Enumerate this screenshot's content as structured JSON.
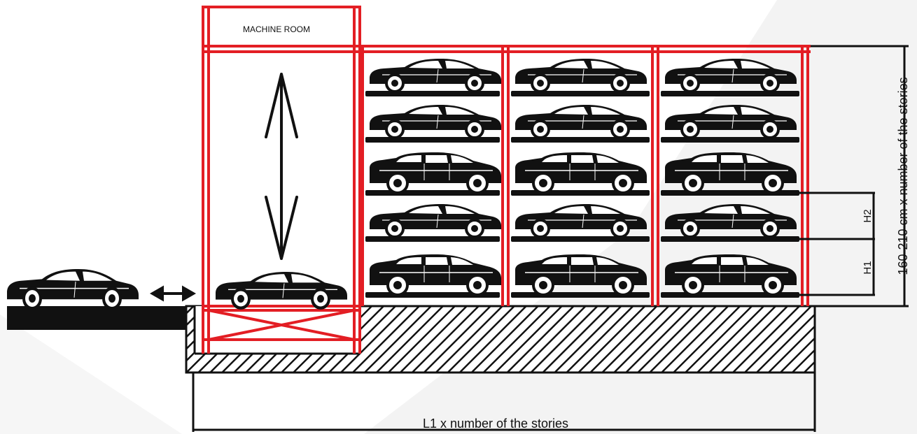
{
  "labels": {
    "machine_room": "MACHINE ROOM",
    "length_dimension": "L1 x number of the stories",
    "height_dimension": "160-210 cm x number of the stories",
    "level_h1": "H1",
    "level_h2": "H2"
  },
  "layout_info": {
    "storage_columns": 3,
    "levels_per_column": 5,
    "level_car_types": [
      "sedan",
      "sedan",
      "suv",
      "sedan",
      "suv"
    ]
  },
  "colors": {
    "frame": "#e31e24",
    "lines": "#111111",
    "background_shape": "#f2f2f2"
  }
}
